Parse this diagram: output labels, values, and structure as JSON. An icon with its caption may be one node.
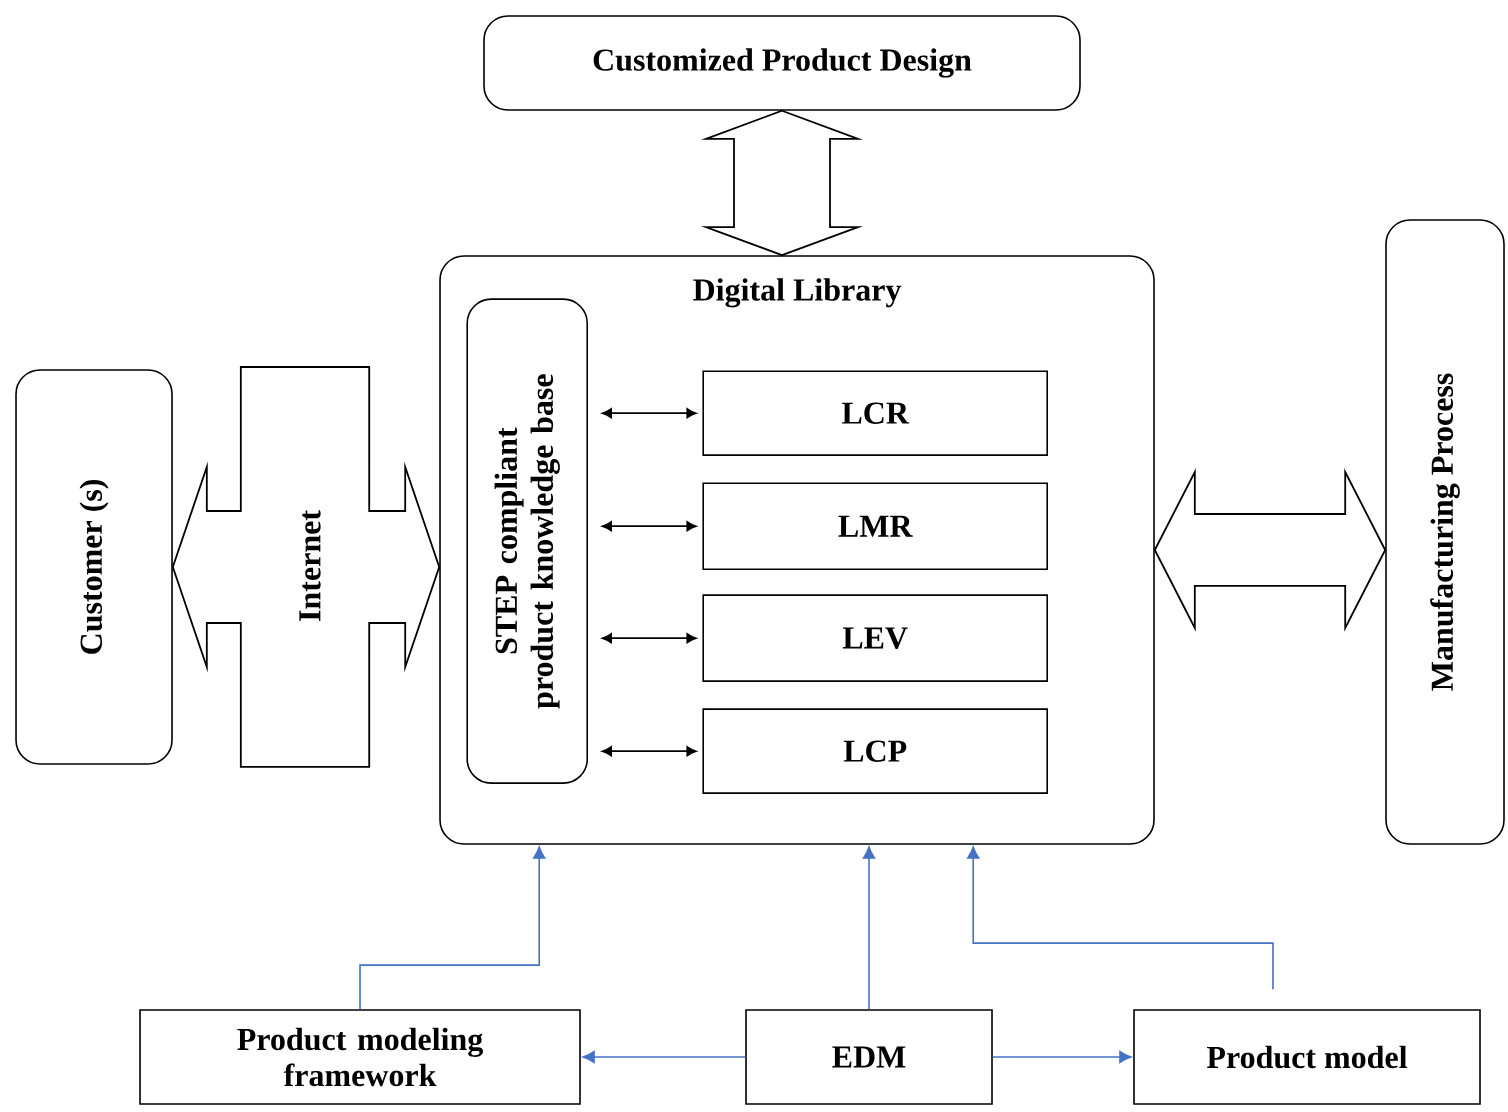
{
  "diagram": {
    "nodes": [
      {
        "text": [
          "Customized Product Design"
        ]
      },
      {
        "text": [
          "Digital Library"
        ]
      },
      {
        "text": [
          "STEP compliant product knowledge base"
        ],
        "in": 1
      },
      {
        "text": [
          "LCR"
        ],
        "in": 1
      },
      {
        "text": [
          "LMR"
        ],
        "in": 1
      },
      {
        "text": [
          "LEV"
        ],
        "in": 1
      },
      {
        "text": [
          "LCP"
        ],
        "in": 1
      },
      {
        "text": [
          "Customer (s)"
        ]
      },
      {
        "text": [
          "Manufacturing Process"
        ]
      },
      {
        "text": [
          "Product modeling framework"
        ]
      },
      {
        "text": [
          "EDM"
        ]
      },
      {
        "text": [
          "Product model"
        ]
      }
    ],
    "edges": [
      {
        "from": 0,
        "to": 1,
        "arrow": "both",
        "style": "thick",
        "color": "#000000"
      },
      {
        "from": 7,
        "to": 1,
        "arrow": "both",
        "style": "thick",
        "label": "Internet",
        "color": "#000000"
      },
      {
        "from": 1,
        "to": 8,
        "arrow": "both",
        "style": "thick",
        "color": "#000000"
      },
      {
        "from": 2,
        "to": 3,
        "arrow": "both",
        "color": "#000000"
      },
      {
        "from": 2,
        "to": 4,
        "arrow": "both",
        "color": "#000000"
      },
      {
        "from": 2,
        "to": 5,
        "arrow": "both",
        "color": "#000000"
      },
      {
        "from": 2,
        "to": 6,
        "arrow": "both",
        "color": "#000000"
      },
      {
        "from": 9,
        "to": 1,
        "arrow": "to"
      },
      {
        "from": 10,
        "to": 1,
        "arrow": "to"
      },
      {
        "from": 11,
        "to": 1,
        "arrow": "to"
      },
      {
        "from": 10,
        "to": 9,
        "arrow": "to"
      },
      {
        "from": 10,
        "to": 11,
        "arrow": "to"
      }
    ]
  }
}
